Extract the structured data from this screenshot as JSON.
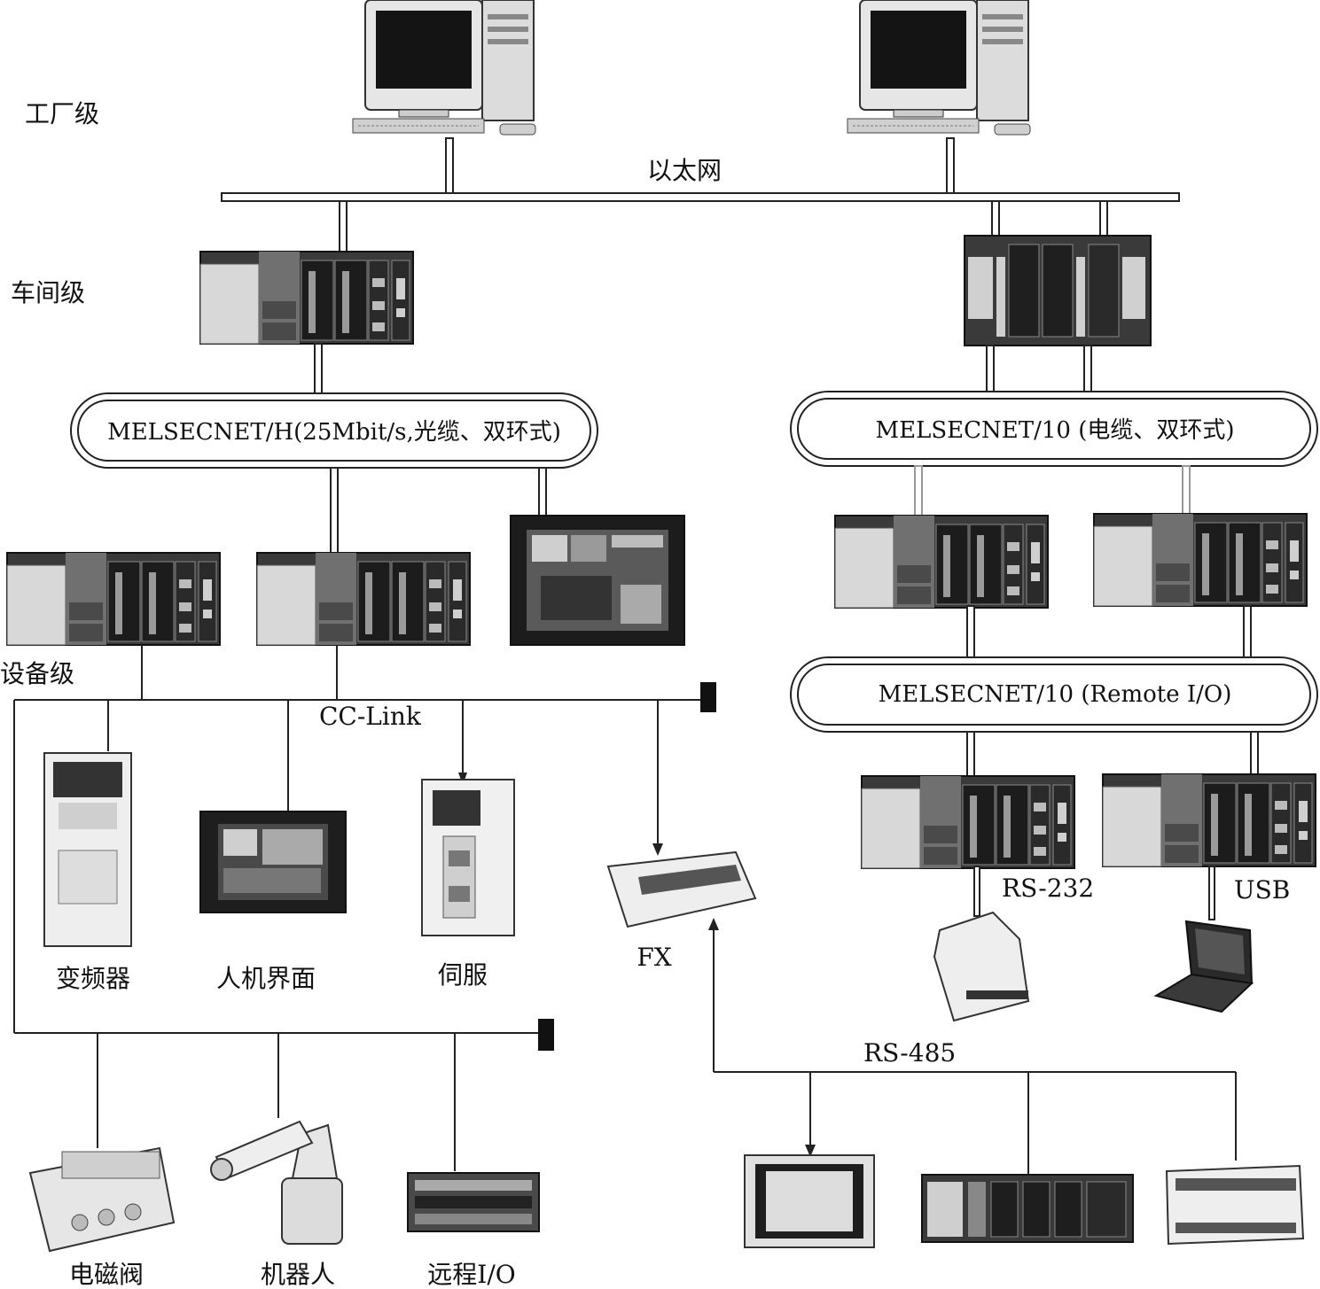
{
  "levels": {
    "factory": "工厂级",
    "workshop": "车间级",
    "device": "设备级"
  },
  "networks": {
    "ethernet": "以太网",
    "melsecnet_h": "MELSECNET/H(25Mbit/s,光缆、双环式)",
    "melsecnet_10_cable": "MELSECNET/10 (电缆、双环式)",
    "melsecnet_10_remote": "MELSECNET/10 (Remote I/O)",
    "cc_link": "CC-Link",
    "rs485": "RS-485",
    "rs232": "RS-232",
    "usb": "USB"
  },
  "devices": {
    "inverter": "变频器",
    "hmi": "人机界面",
    "servo": "伺服",
    "fx": "FX",
    "solenoid_valve": "电磁阀",
    "robot": "机器人",
    "remote_io": "远程I/O"
  },
  "colors": {
    "line": "#222222",
    "device_dark": "#2b2b2b",
    "device_mid": "#6b6b6b",
    "device_light": "#d8d8d8",
    "screen": "#1a1a1a"
  }
}
